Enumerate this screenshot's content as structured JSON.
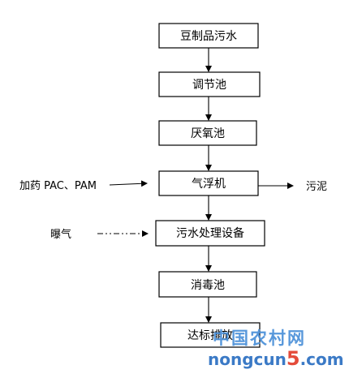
{
  "flow": {
    "steps": [
      "豆制品污水",
      "调节池",
      "厌氧池",
      "气浮机",
      "污水处理设备",
      "消毒池",
      "达标排放"
    ],
    "inputs": {
      "chemicals": "加药 PAC、PAM",
      "aeration": "曝气"
    },
    "outputs": {
      "sludge": "污泥"
    }
  },
  "watermark": {
    "top": "中国农村网",
    "bottom_left": "nongcun",
    "bottom_digit": "5",
    "bottom_right": ".com",
    "colors": {
      "blue": "#2b6fc2",
      "red": "#e23c2a"
    }
  }
}
